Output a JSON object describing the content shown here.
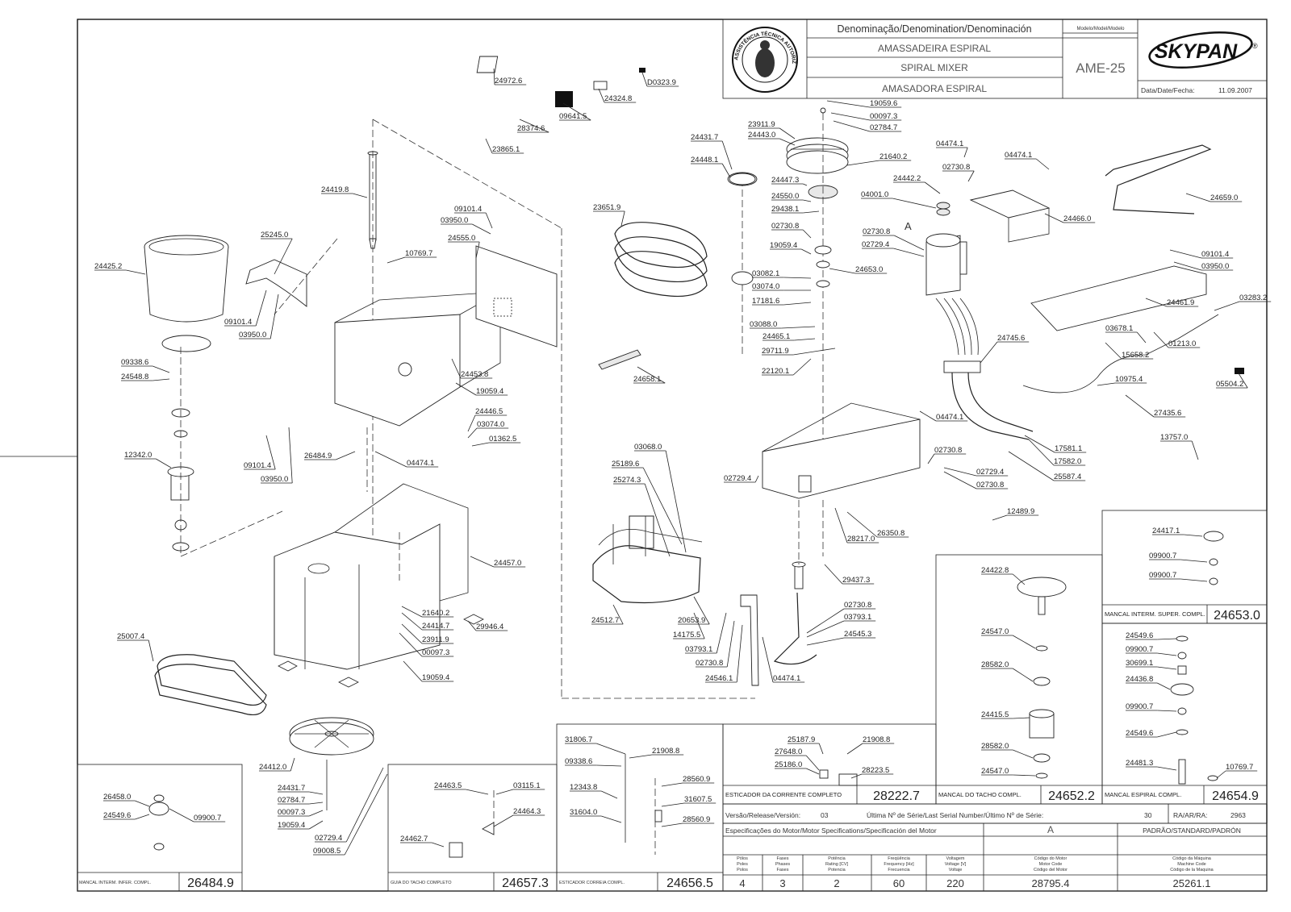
{
  "title_block": {
    "denomination_header": "Denominação/Denomination/Denominación",
    "name_pt": "AMASSADEIRA ESPIRAL",
    "name_en": "SPIRAL MIXER",
    "name_es": "AMASADORA ESPIRAL",
    "model_header": "Modelo/Model/Modelo",
    "model": "AME-25",
    "brand": "SKYPAN",
    "brand_mark": "®",
    "date_label": "Data/Date/Fecha:",
    "date": "11.09.2007",
    "seal_text": "ASSISTÊNCIA TÉCNICA AUTORIZADA"
  },
  "parts": [
    "24972.6",
    "D0323.9",
    "24324.8",
    "09641.5",
    "28374.6",
    "23865.1",
    "24419.8",
    "09101.4",
    "03950.0",
    "24555.0",
    "10769.7",
    "25245.0",
    "24425.2",
    "09101.4",
    "03950.0",
    "09338.6",
    "24548.8",
    "12342.0",
    "24453.8",
    "19059.4",
    "24446.5",
    "03074.0",
    "01362.5",
    "09101.4",
    "03950.0",
    "26484.9",
    "04474.1",
    "24457.0",
    "21640.2",
    "24414.7",
    "23911.9",
    "00097.3",
    "19059.4",
    "29946.4",
    "25007.4",
    "24412.0",
    "24431.7",
    "02784.7",
    "00097.3",
    "19059.4",
    "02729.4",
    "09008.5",
    "23651.9",
    "24658.1",
    "03068.0",
    "25189.6",
    "25274.3",
    "24512.7",
    "20653.9",
    "14175.5",
    "03793.1",
    "02730.8",
    "24546.1",
    "04474.1",
    "02730.8",
    "03793.1",
    "24545.3",
    "29437.3",
    "28217.0",
    "26350.8",
    "02729.4",
    "19059.6",
    "00097.3",
    "02784.7",
    "23911.9",
    "24443.0",
    "21640.2",
    "24431.7",
    "24448.1",
    "24447.3",
    "24550.0",
    "29438.1",
    "02730.8",
    "19059.4",
    "24653.0",
    "03082.1",
    "03074.0",
    "17181.6",
    "03088.0",
    "24465.1",
    "29711.9",
    "22120.1",
    "04474.1",
    "04474.1",
    "02730.8",
    "24442.2",
    "04001.0",
    "02730.8",
    "02729.4",
    "24466.0",
    "24659.0",
    "09101.4",
    "03950.0",
    "24461.9",
    "03283.2",
    "03678.1",
    "01213.0",
    "15658.2",
    "24745.6",
    "10975.4",
    "05504.2",
    "27435.6",
    "13757.0",
    "17581.1",
    "17582.0",
    "25587.4",
    "04474.1",
    "02730.8",
    "02729.4",
    "02730.8",
    "12489.9"
  ],
  "marker_A": "A",
  "assemblies": {
    "a24653": {
      "title": "MANCAL INTERM. SUPER. COMPL.",
      "code": "24653.0",
      "parts": [
        "24417.1",
        "09900.7",
        "09900.7"
      ]
    },
    "a24652": {
      "title": "MANCAL DO TACHO COMPL.",
      "code": "24652.2",
      "parts": [
        "24422.8",
        "24547.0",
        "28582.0",
        "24415.5",
        "28582.0",
        "24547.0"
      ]
    },
    "a24654": {
      "title": "MANCAL ESPIRAL COMPL.",
      "code": "24654.9",
      "parts": [
        "24549.6",
        "09900.7",
        "30699.1",
        "24436.8",
        "09900.7",
        "24549.6",
        "24481.3",
        "10769.7"
      ]
    },
    "a28222": {
      "title": "ESTICADOR DA CORRENTE COMPLETO",
      "code": "28222.7",
      "parts": [
        "25187.9",
        "21908.8",
        "27648.0",
        "25186.0",
        "28223.5"
      ]
    },
    "a24484": {
      "title": "MANCAL INTERM. INFER. COMPL.",
      "code": "26484.9",
      "parts": [
        "26458.0",
        "24549.6",
        "09900.7"
      ]
    },
    "a24657": {
      "title": "GUIA DO TACHO COMPLETO",
      "code": "24657.3",
      "parts": [
        "24463.5",
        "03115.1",
        "24464.3",
        "24462.7"
      ]
    },
    "a24656": {
      "title": "ESTICADOR CORREIA COMPL.",
      "code": "24656.5",
      "parts": [
        "31806.7",
        "21908.8",
        "09338.6",
        "28560.9",
        "12343.8",
        "31607.5",
        "31604.0",
        "28560.9"
      ]
    }
  },
  "revision": {
    "version_label": "Versão/Release/Versión:",
    "version": "03",
    "serial_label": "Última Nº de Série/Last Serial Number/Último Nº de Série:",
    "serial": "30",
    "ra_label": "RA/AR/RA:",
    "ra": "2963"
  },
  "motor": {
    "spec_label": "Especificações do Motor/Motor Specifications/Specificación del Motor",
    "code_letter": "A",
    "standard_label": "PADRÃO/STANDARD/PADRÓN",
    "columns": [
      {
        "h1": "Pólos",
        "h2": "Poles",
        "h3": "Polos",
        "value": "4"
      },
      {
        "h1": "Fases",
        "h2": "Phases",
        "h3": "Fases",
        "value": "3"
      },
      {
        "h1": "Potência",
        "h2": "Rating [CV]",
        "h3": "Potencia",
        "value": "2"
      },
      {
        "h1": "Freqüência",
        "h2": "Frequency [Hz]",
        "h3": "Frecuencia",
        "value": "60"
      },
      {
        "h1": "Voltagem",
        "h2": "Voltage [V]",
        "h3": "Voltaje",
        "value": "220"
      },
      {
        "h1": "Código do Motor",
        "h2": "Motor Code",
        "h3": "Código del Motor",
        "value": "28795.4"
      },
      {
        "h1": "Código da Máquina",
        "h2": "Machine Code",
        "h3": "Código de la Maquina",
        "value": "25261.1"
      }
    ]
  }
}
